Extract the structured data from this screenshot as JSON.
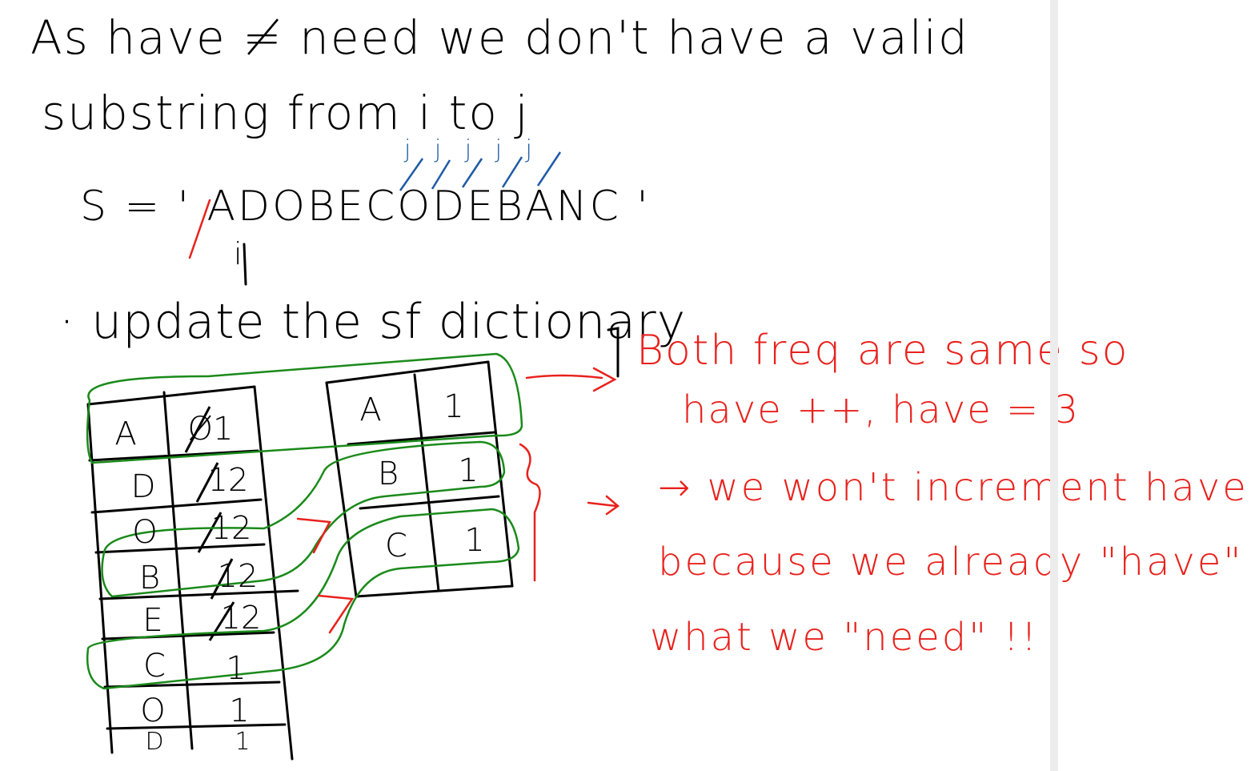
{
  "colors": {
    "ink": "#000000",
    "red_ink": "#e8211c",
    "blue_ink": "#1f5aa6",
    "green_ink": "#1a8a1a",
    "scrollbar": "#ececec"
  },
  "notes": {
    "line1": "As have ≠ need we don't have a valid",
    "line2": "substring from i to j",
    "string_line": "S = ' ADOBECODEBANC '",
    "pointer_marks": "j j j j j",
    "i_marker": "i",
    "line4": "· update the sf dictionary"
  },
  "s_table": {
    "rows": [
      {
        "key": "A",
        "value": "Ø1"
      },
      {
        "key": "D",
        "value": "12"
      },
      {
        "key": "O",
        "value": "12"
      },
      {
        "key": "B",
        "value": "12"
      },
      {
        "key": "E",
        "value": "12"
      },
      {
        "key": "C",
        "value": "1"
      },
      {
        "key": "O",
        "value": "1"
      },
      {
        "key": "D",
        "value": "1"
      }
    ]
  },
  "t_table": {
    "rows": [
      {
        "key": "A",
        "value": "1"
      },
      {
        "key": "B",
        "value": "1"
      },
      {
        "key": "C",
        "value": "1"
      }
    ]
  },
  "annotations": {
    "line1": "Both freq are same so",
    "line2": "have ++, have = 3",
    "line3": "→ we won't increment have",
    "line4": "because we already \"have\"",
    "line5": "what we \"need\" !!"
  }
}
